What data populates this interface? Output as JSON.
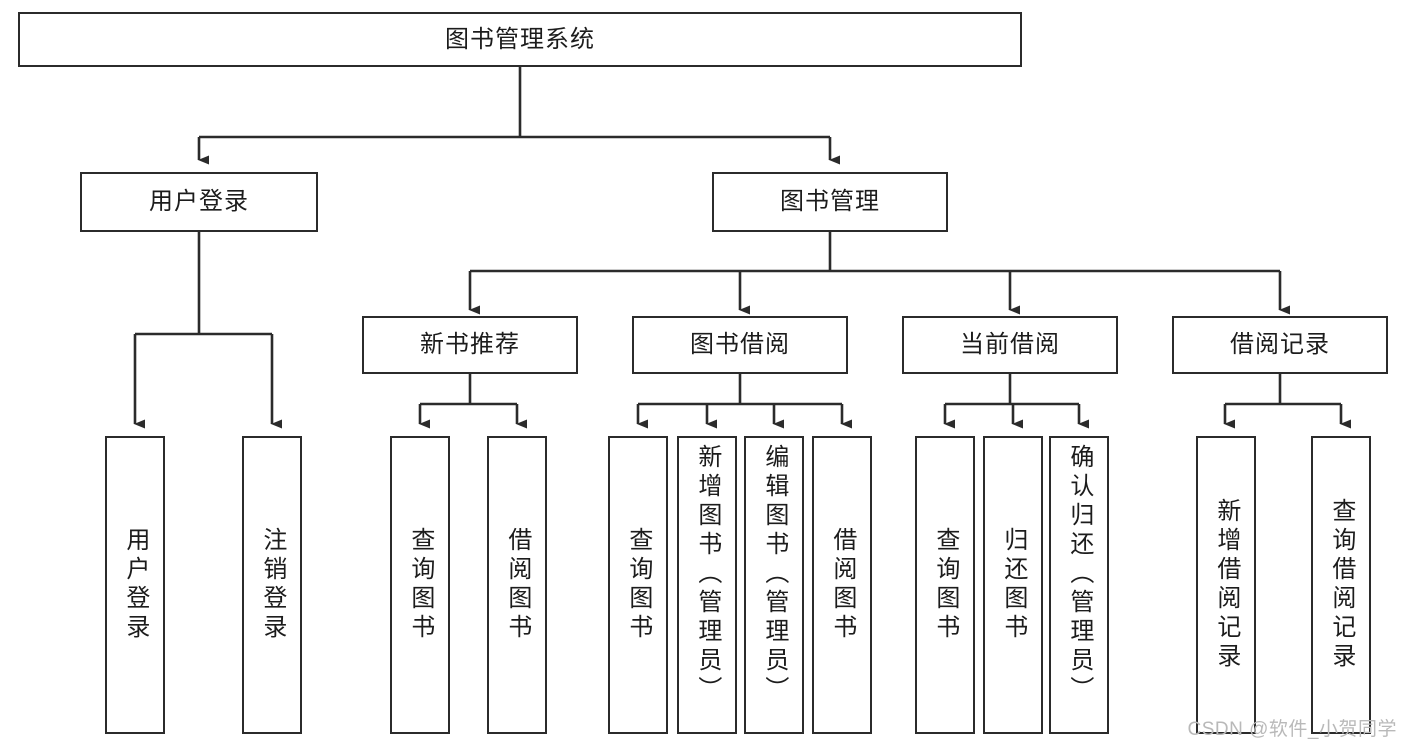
{
  "diagram": {
    "title": "图书管理系统",
    "type": "tree",
    "watermark": "CSDN @软件_小贺同学",
    "colors": {
      "box_border": "#2b2b2b",
      "box_fill": "#ffffff",
      "connector": "#2b2b2b",
      "text": "#1c1c1c",
      "watermark": "#b9b9b9",
      "background": "#ffffff"
    },
    "levels": [
      {
        "level": 1,
        "nodes": [
          {
            "id": "root",
            "label": "图书管理系统",
            "orientation": "horizontal"
          }
        ]
      },
      {
        "level": 2,
        "nodes": [
          {
            "id": "login",
            "label": "用户登录",
            "orientation": "horizontal",
            "parent": "root"
          },
          {
            "id": "bookmgmt",
            "label": "图书管理",
            "orientation": "horizontal",
            "parent": "root"
          }
        ]
      },
      {
        "level": 3,
        "nodes": [
          {
            "id": "newbook",
            "label": "新书推荐",
            "orientation": "horizontal",
            "parent": "bookmgmt"
          },
          {
            "id": "borrow",
            "label": "图书借阅",
            "orientation": "horizontal",
            "parent": "bookmgmt"
          },
          {
            "id": "current",
            "label": "当前借阅",
            "orientation": "horizontal",
            "parent": "bookmgmt"
          },
          {
            "id": "record",
            "label": "借阅记录",
            "orientation": "horizontal",
            "parent": "bookmgmt"
          }
        ]
      },
      {
        "level": 4,
        "nodes": [
          {
            "id": "l1",
            "label": "用户登录",
            "orientation": "vertical",
            "parent": "login"
          },
          {
            "id": "l2",
            "label": "注销登录",
            "orientation": "vertical",
            "parent": "login"
          },
          {
            "id": "n1",
            "label": "查询图书",
            "orientation": "vertical",
            "parent": "newbook"
          },
          {
            "id": "n2",
            "label": "借阅图书",
            "orientation": "vertical",
            "parent": "newbook"
          },
          {
            "id": "b1",
            "label": "查询图书",
            "orientation": "vertical",
            "parent": "borrow"
          },
          {
            "id": "b2",
            "label": "新增图书（管理员）",
            "orientation": "vertical",
            "parent": "borrow"
          },
          {
            "id": "b3",
            "label": "编辑图书（管理员）",
            "orientation": "vertical",
            "parent": "borrow"
          },
          {
            "id": "b4",
            "label": "借阅图书",
            "orientation": "vertical",
            "parent": "borrow"
          },
          {
            "id": "c1",
            "label": "查询图书",
            "orientation": "vertical",
            "parent": "current"
          },
          {
            "id": "c2",
            "label": "归还图书",
            "orientation": "vertical",
            "parent": "current"
          },
          {
            "id": "c3",
            "label": "确认归还（管理员）",
            "orientation": "vertical",
            "parent": "current"
          },
          {
            "id": "r1",
            "label": "新增借阅记录",
            "orientation": "vertical",
            "parent": "record"
          },
          {
            "id": "r2",
            "label": "查询借阅记录",
            "orientation": "vertical",
            "parent": "record"
          }
        ]
      }
    ]
  }
}
